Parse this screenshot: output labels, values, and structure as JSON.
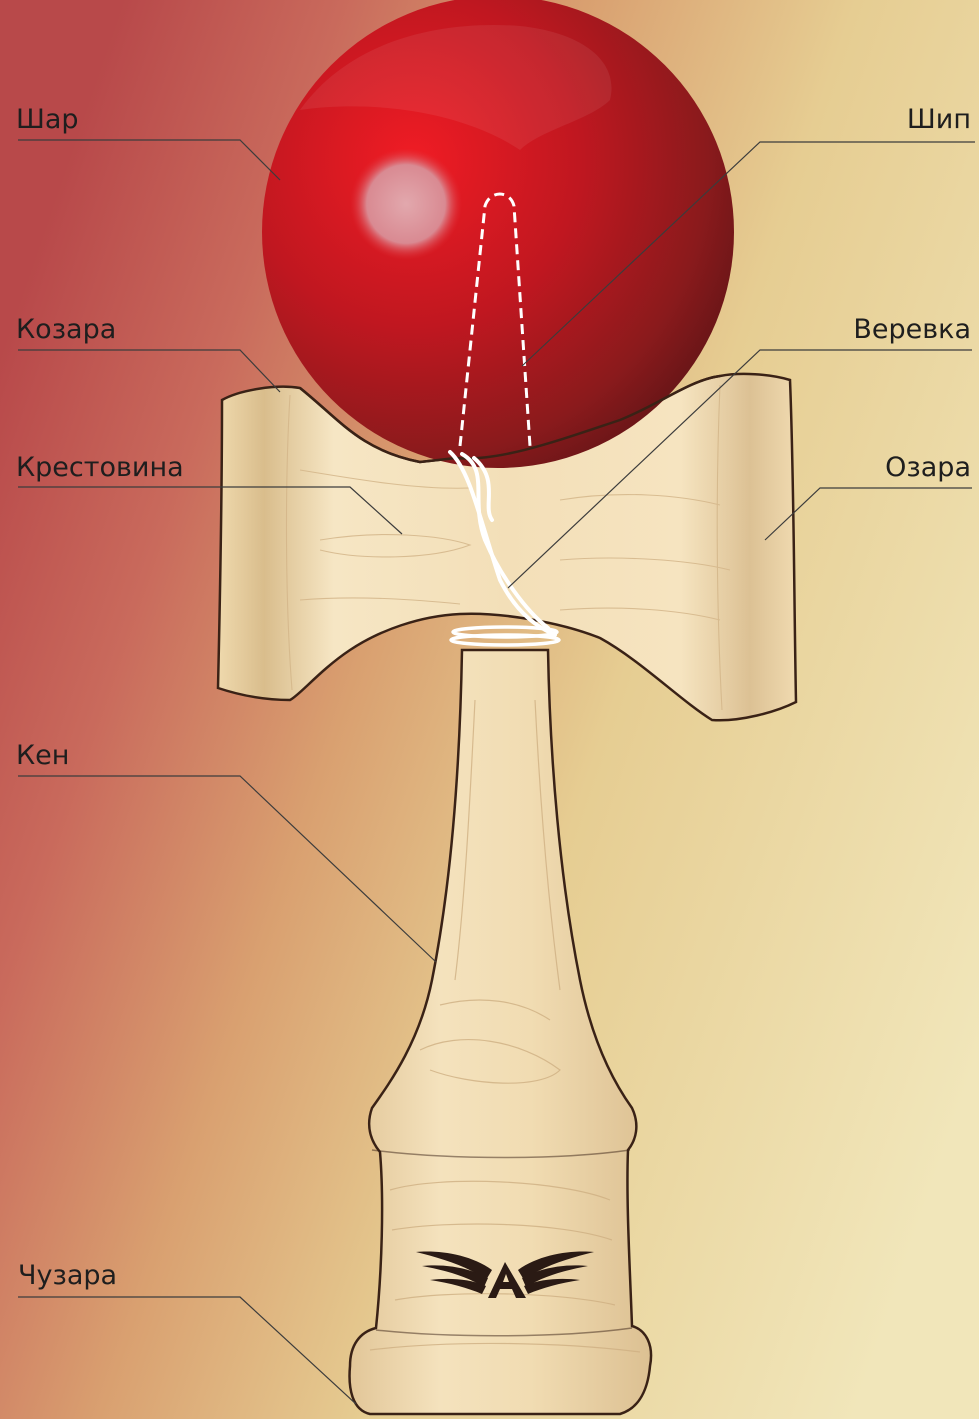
{
  "diagram": {
    "labels": {
      "ball": "Шар",
      "spike": "Шип",
      "big_cup": "Козара",
      "string": "Веревка",
      "crosspiece": "Крестовина",
      "small_cup": "Озара",
      "ken": "Кен",
      "base_cup": "Чузара"
    },
    "colors": {
      "ball": "#b31a22",
      "ball_highlight": "#e8a0a6",
      "wood": "#f1dcb2",
      "wood_shade": "#d9bc8c",
      "outline": "#3a2216",
      "background_left": "#b8494a",
      "background_right": "#efe3b2",
      "string": "#ffffff",
      "leader_line": "#3c3c3c"
    },
    "logo": "winged-A-logo"
  }
}
